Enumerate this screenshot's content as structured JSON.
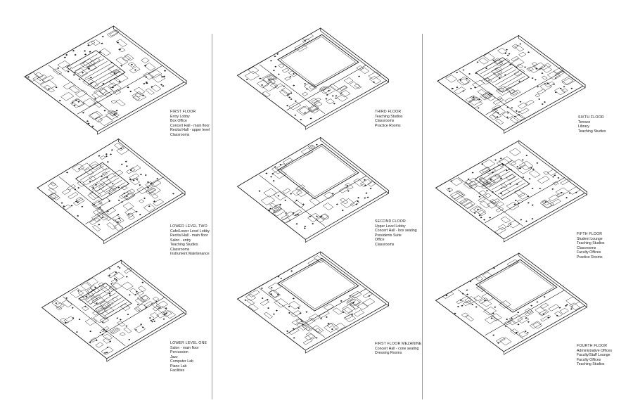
{
  "floors": [
    {
      "title": "FIRST FLOOR",
      "items": [
        "Entry Lobby",
        "Box Office",
        "Concert Hall - main floor",
        "Recital Hall - upper level",
        "Classrooms"
      ]
    },
    {
      "title": "LOWER LEVEL TWO",
      "items": [
        "Cafe/Lower Level Lobby",
        "Recital Hall - main floor",
        "Salon - entry",
        "Teaching Studios",
        "Classrooms",
        "Instrument Maintenance"
      ]
    },
    {
      "title": "LOWER LEVEL ONE",
      "items": [
        "Salon - main floor",
        "Percussion",
        "Jazz",
        "Computer Lab",
        "Piano Lab",
        "Facilities"
      ]
    },
    {
      "title": "THIRD FLOOR",
      "items": [
        "Teaching Studios",
        "Classrooms",
        "Practice Rooms"
      ]
    },
    {
      "title": "SECOND FLOOR",
      "items": [
        "Upper Level Lobby",
        "Concert Hall - box seating",
        "Presidents Suite",
        "Office",
        "Classrooms"
      ]
    },
    {
      "title": "FIRST FLOOR MEZANINE",
      "items": [
        "Concert Hall - cone seating",
        "Dressing Rooms"
      ]
    },
    {
      "title": "SIXTH FLOOR",
      "items": [
        "Terrace",
        "Library",
        "Teaching Studios"
      ]
    },
    {
      "title": "FIFTH FLOOR",
      "items": [
        "Student Lounge",
        "Teaching Studios",
        "Classrooms",
        "Faculty Offices",
        "Practice Rooms"
      ]
    },
    {
      "title": "FOURTH FLOOR",
      "items": [
        "Administrative Offices",
        "Faculty/Staff Lounge",
        "Faculty Offices",
        "Teaching Studios"
      ]
    }
  ],
  "colors": {
    "ink": "#1a1a1a",
    "divider": "#9a9a9a",
    "paper": "#ffffff"
  }
}
